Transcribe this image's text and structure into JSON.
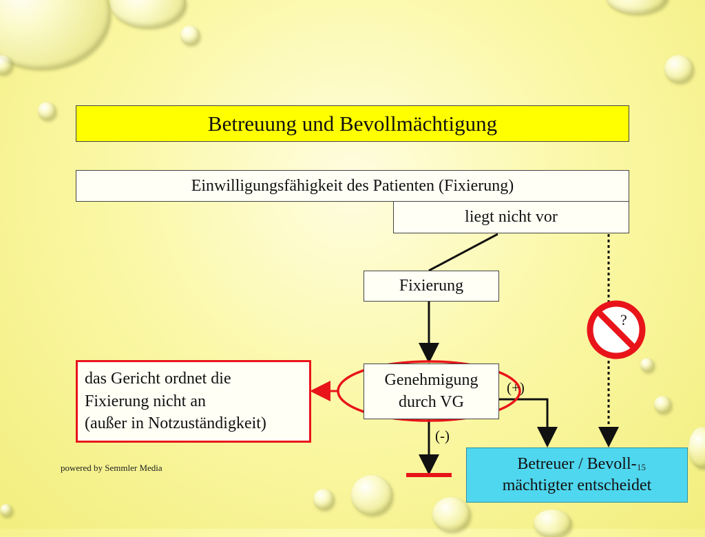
{
  "title": "Betreuung und Bevollmächtigung",
  "condition": "Einwilligungsfähigkeit des Patienten (Fixierung)",
  "not_present": "liegt nicht vor",
  "fixierung": "Fixierung",
  "genehmigung": {
    "line1": "Genehmigung",
    "line2": "durch VG"
  },
  "court": {
    "line1": "das Gericht ordnet die",
    "line2": "Fixierung nicht an",
    "line3": "(außer in Notzuständigkeit)"
  },
  "decider": {
    "line1": "Betreuer / Bevoll-",
    "line2": "mächtigter entscheidet"
  },
  "positive_label": "(+)",
  "negative_label": "(-)",
  "question_mark": "?",
  "footer": "powered by Semmler Media",
  "page_number": "15",
  "colors": {
    "title_fill": "#ffff00",
    "decider_fill": "#4fd7ef",
    "highlight_red": "#e8141a"
  }
}
